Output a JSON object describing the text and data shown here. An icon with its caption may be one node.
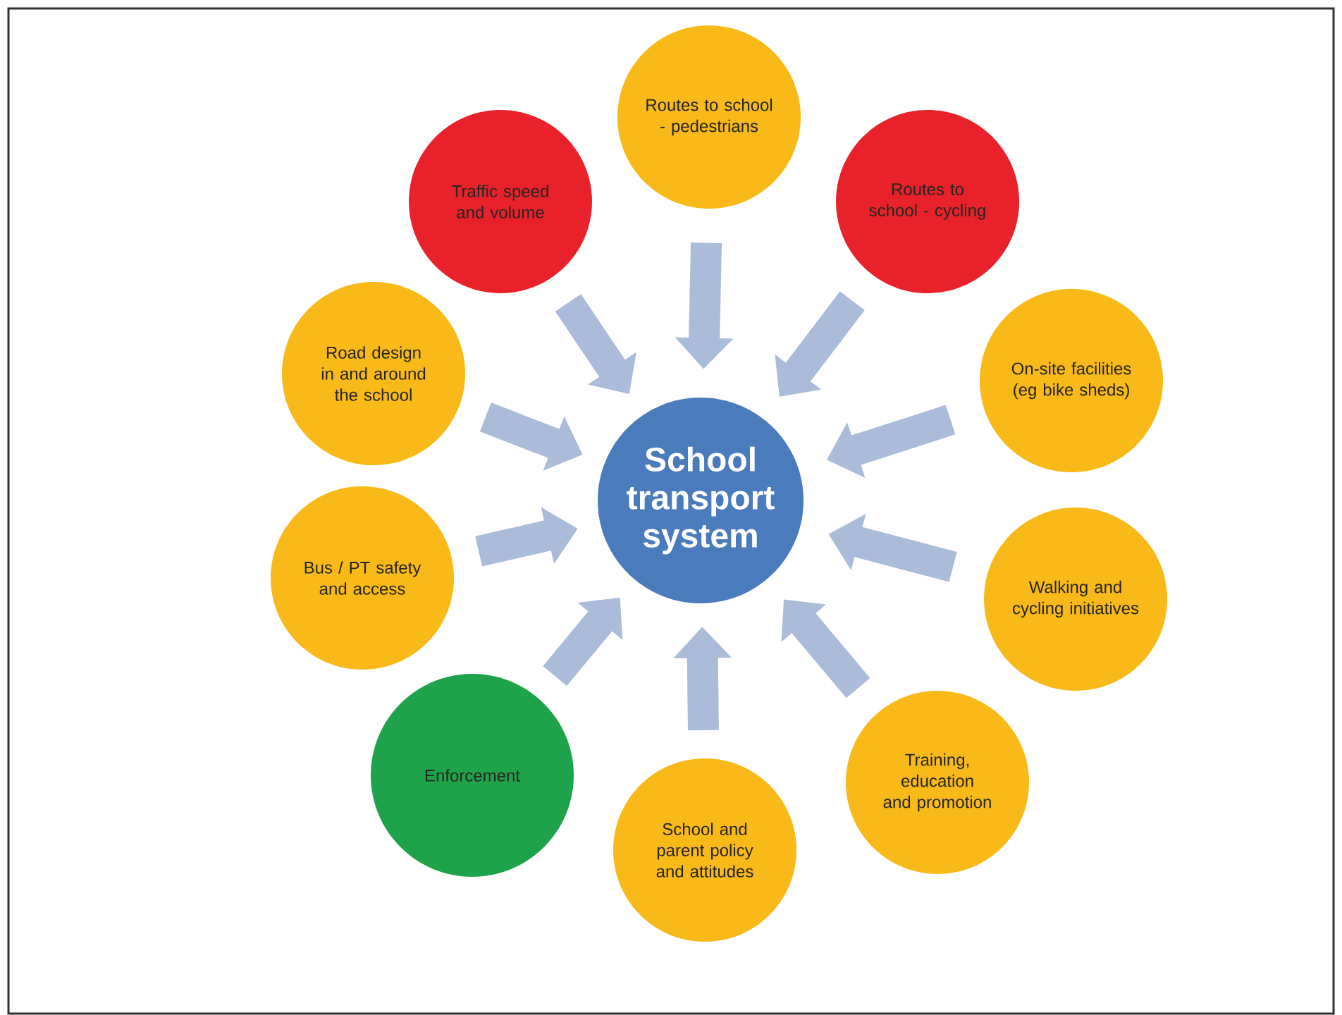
{
  "diagram": {
    "nodes": [
      {
        "text": [
          "School transport system"
        ]
      },
      {
        "text": [
          "Traffic speed and volume"
        ]
      },
      {
        "text": [
          "Routes to school - pedestrians"
        ]
      },
      {
        "text": [
          "Routes to school - cycling"
        ]
      },
      {
        "text": [
          "Road design in and around the school"
        ]
      },
      {
        "text": [
          "On-site facilities (eg bike sheds)"
        ]
      },
      {
        "text": [
          "Bus / PT safety and access"
        ]
      },
      {
        "text": [
          "Walking and cycling initiatives"
        ]
      },
      {
        "text": [
          "Enforcement"
        ]
      },
      {
        "text": [
          "Training, education and promotion"
        ]
      },
      {
        "text": [
          "School and parent policy and attitudes"
        ]
      }
    ],
    "edges": [
      {
        "from": 1,
        "to": 0,
        "arrow": "to"
      },
      {
        "from": 2,
        "to": 0,
        "arrow": "to"
      },
      {
        "from": 3,
        "to": 0,
        "arrow": "to"
      },
      {
        "from": 4,
        "to": 0,
        "arrow": "to"
      },
      {
        "from": 5,
        "to": 0,
        "arrow": "to"
      },
      {
        "from": 6,
        "to": 0,
        "arrow": "to"
      },
      {
        "from": 7,
        "to": 0,
        "arrow": "to"
      },
      {
        "from": 8,
        "to": 0,
        "arrow": "to"
      },
      {
        "from": 9,
        "to": 0,
        "arrow": "to"
      },
      {
        "from": 10,
        "to": 0,
        "arrow": "to"
      }
    ]
  }
}
